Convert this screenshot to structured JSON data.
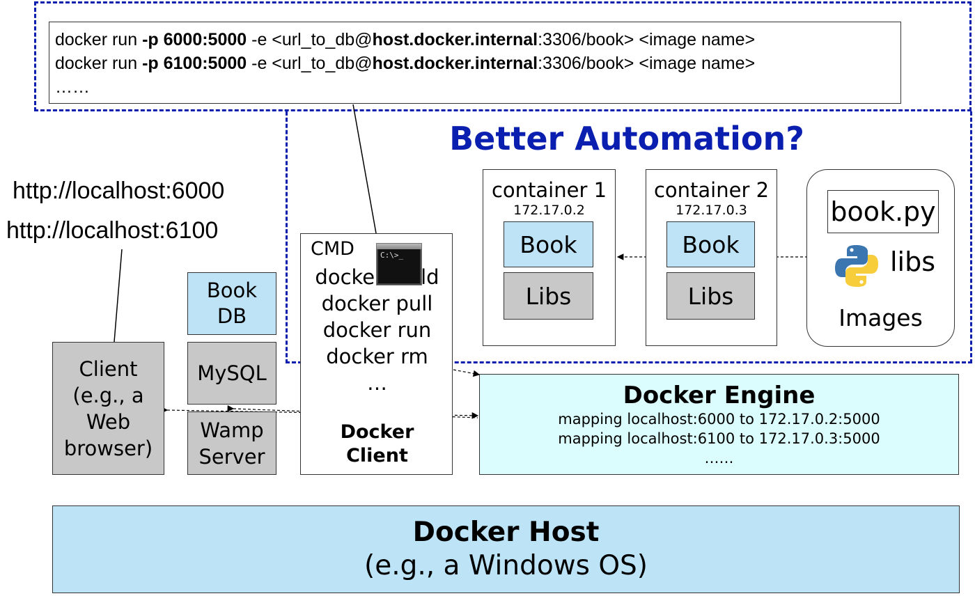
{
  "top_commands": {
    "lines": [
      {
        "pre": "docker run ",
        "flag": "-p 6000:5000",
        "mid": " -e <url_to_db@",
        "host": "host.docker.internal",
        "post": ":3306/book> <image name>"
      },
      {
        "pre": "docker run ",
        "flag": "-p 6100:5000",
        "mid": " -e <url_to_db@",
        "host": "host.docker.internal",
        "post": ":3306/book> <image name>"
      }
    ],
    "ellipsis": "……"
  },
  "automation_title": "Better Automation?",
  "urls": [
    "http://localhost:6000",
    "http://localhost:6100"
  ],
  "containers": [
    {
      "title": "container 1",
      "ip": "172.17.0.2",
      "app": "Book",
      "libs": "Libs"
    },
    {
      "title": "container 2",
      "ip": "172.17.0.3",
      "app": "Book",
      "libs": "Libs"
    }
  ],
  "images": {
    "file": "book.py",
    "libs": "libs",
    "label": "Images",
    "icon": "python-logo-icon"
  },
  "client": {
    "lines": [
      "Client",
      "(e.g., a",
      "Web",
      "browser)"
    ]
  },
  "server_stack": {
    "bookdb": [
      "Book",
      "DB"
    ],
    "mysql": "MySQL",
    "wamp": [
      "Wamp",
      "Server"
    ]
  },
  "docker_client": {
    "cmd_label": "CMD",
    "commands": [
      "docker build",
      "docker pull",
      "docker run",
      "docker rm",
      "…"
    ],
    "title": [
      "Docker",
      "Client"
    ],
    "icon": "terminal-icon",
    "terminal_text": "C:\\>_"
  },
  "engine": {
    "title": "Docker Engine",
    "mappings": [
      "mapping localhost:6000 to 172.17.0.2:5000",
      "mapping localhost:6100 to 172.17.0.3:5000"
    ],
    "ellipsis": "……"
  },
  "host": {
    "title": "Docker Host",
    "subtitle": "(e.g., a Windows OS)"
  },
  "colors": {
    "accent_blue": "#0a1fb0",
    "light_blue": "#bde3f6",
    "gray": "#c8c8c8",
    "cyan": "#dcfdfd"
  }
}
